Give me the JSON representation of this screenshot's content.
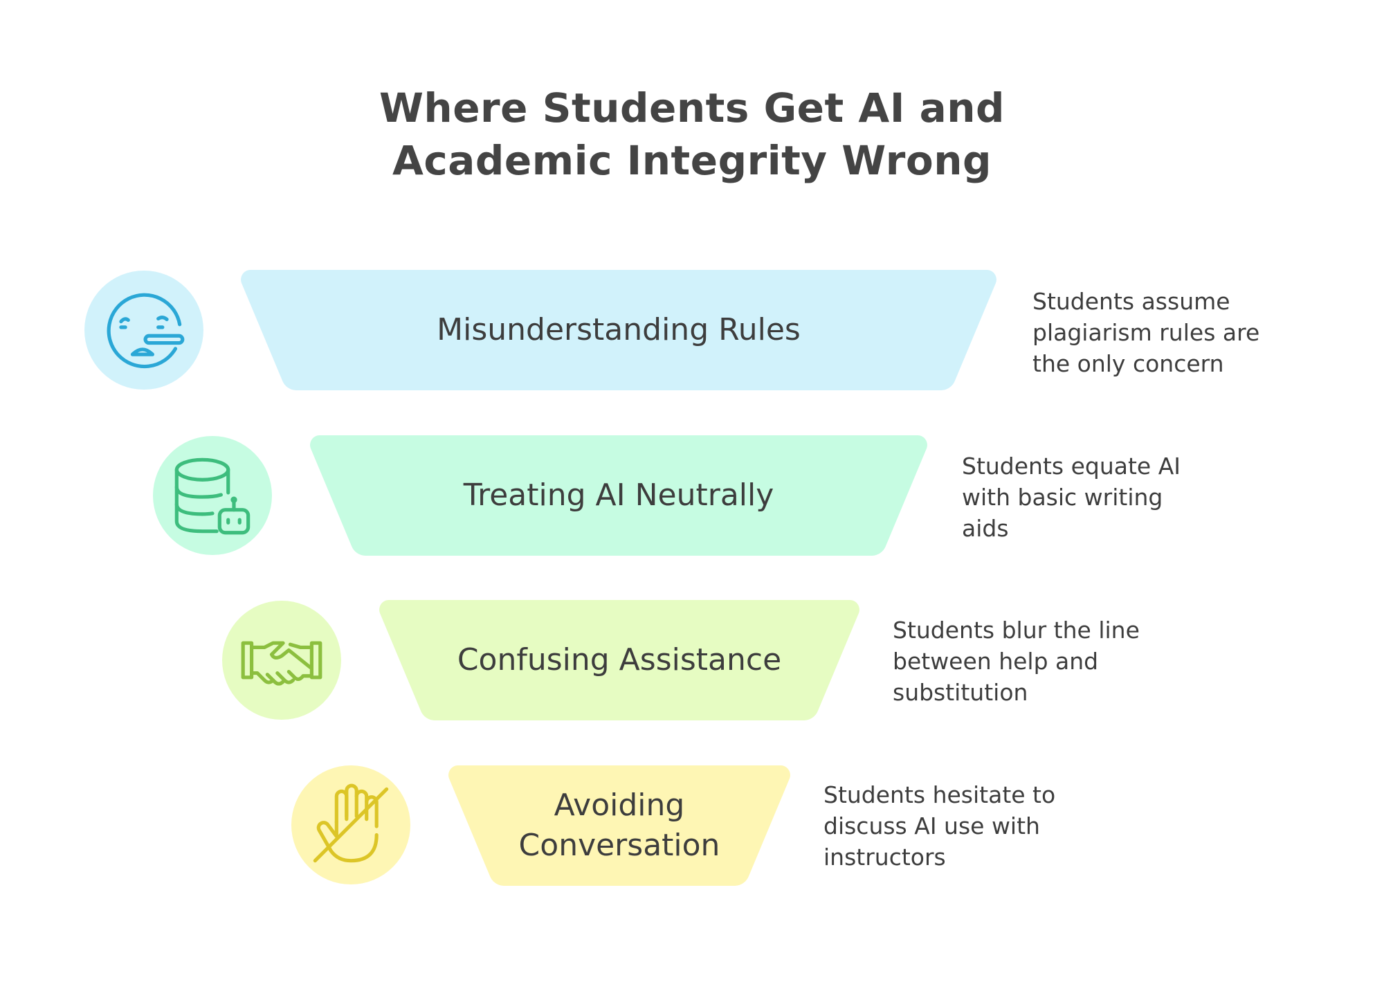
{
  "title": {
    "line1": "Where Students Get AI and",
    "line2": "Academic Integrity Wrong"
  },
  "rows": [
    {
      "label": "Misunderstanding Rules",
      "icon": "lying-face-icon",
      "color_fill": "#d1f2fb",
      "color_icon": "#2aa7d6",
      "desc": [
        "Students assume",
        "plagiarism rules are",
        "the only concern"
      ]
    },
    {
      "label": "Treating AI Neutrally",
      "icon": "database-robot-icon",
      "color_fill": "#c6fce2",
      "color_icon": "#3dbd7d",
      "desc": [
        "Students equate AI",
        "with basic writing",
        "aids"
      ]
    },
    {
      "label": "Confusing Assistance",
      "icon": "handshake-icon",
      "color_fill": "#e6fcc2",
      "color_icon": "#8cbf3f",
      "desc": [
        "Students blur the line",
        "between help and",
        "substitution"
      ]
    },
    {
      "label_lines": [
        "Avoiding",
        "Conversation"
      ],
      "icon": "hand-stop-off-icon",
      "color_fill": "#fef6b4",
      "color_icon": "#dcc527",
      "desc": [
        "Students hesitate to",
        "discuss AI use with",
        "instructors"
      ]
    }
  ]
}
